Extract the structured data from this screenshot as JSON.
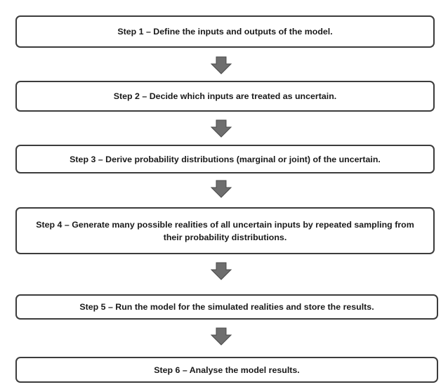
{
  "steps": [
    {
      "label": "Step 1 – Define the inputs and outputs of the model."
    },
    {
      "label": "Step 2 – Decide which inputs are treated as uncertain."
    },
    {
      "label": "Step 3 – Derive probability distributions (marginal or joint) of the uncertain."
    },
    {
      "label": "Step 4 – Generate many possible realities of all uncertain inputs by repeated sampling from their probability distributions."
    },
    {
      "label": "Step 5 – Run the model for the simulated realities and store the results."
    },
    {
      "label": "Step 6 – Analyse the model results."
    }
  ],
  "colors": {
    "box_border": "#3c3c3c",
    "arrow_fill": "#6e6e6e",
    "arrow_stroke": "#4a4a4a"
  },
  "icons": {
    "connector": "down-arrow-icon"
  }
}
